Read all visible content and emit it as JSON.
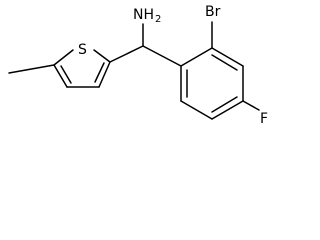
{
  "molecule": {
    "labels": {
      "amine": "NH",
      "amine_subscript": "2",
      "sulfur": "S",
      "bromine": "Br",
      "fluorine": "F"
    },
    "line_color": "#000000",
    "background": "#ffffff"
  }
}
